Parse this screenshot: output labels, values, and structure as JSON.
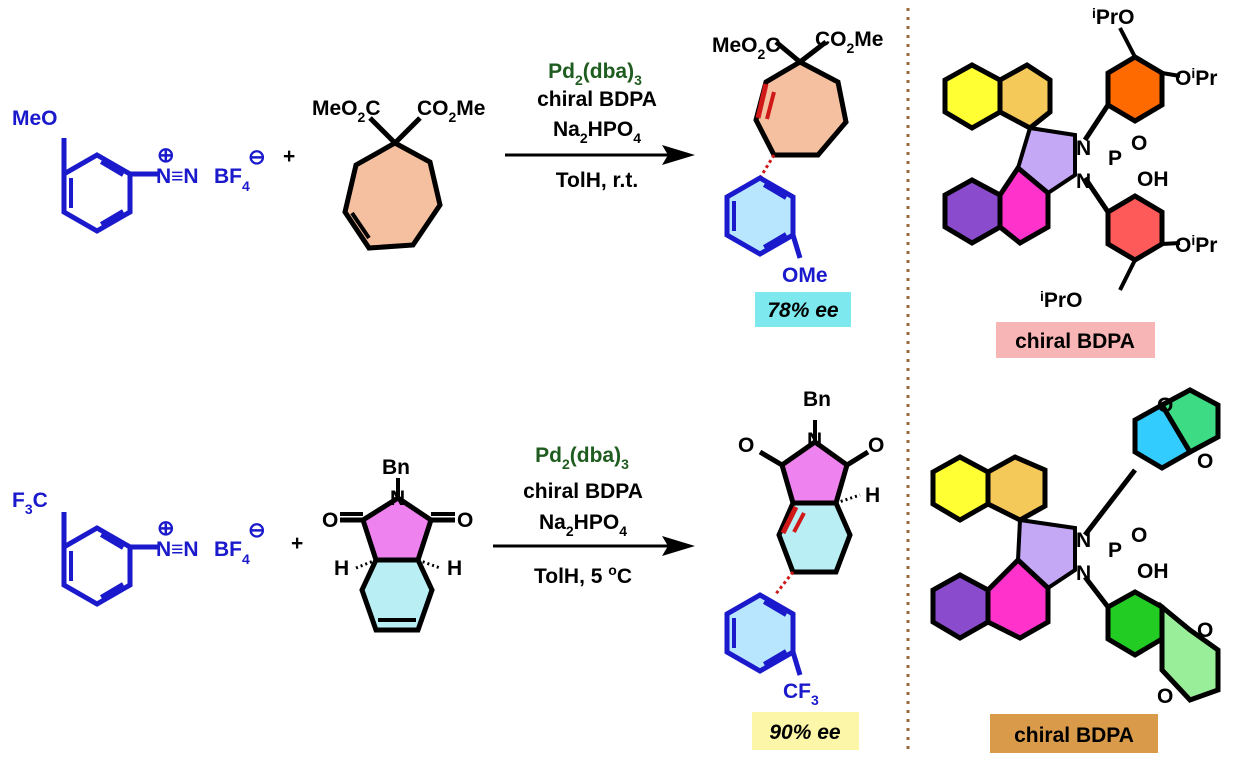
{
  "scheme1": {
    "diazonium_substituent": "MeO",
    "diazonium_charge": "⊕",
    "diazonium_group": "N≡N",
    "counterion": "BF",
    "counterion_sub": "4",
    "counterion_charge": "⊖",
    "plus": "+",
    "alkene_ester_left": "MeO",
    "alkene_ester_left_sub": "2",
    "alkene_ester_left_end": "C",
    "alkene_ester_right": "CO",
    "alkene_ester_right_sub": "2",
    "alkene_ester_right_end": "Me",
    "catalyst_main": "Pd",
    "catalyst_sub1": "2",
    "catalyst_mid": "(dba)",
    "catalyst_sub2": "3",
    "ligand": "chiral BDPA",
    "base_main": "Na",
    "base_sub1": "2",
    "base_mid": "HPO",
    "base_sub2": "4",
    "conditions": "TolH, r.t.",
    "product_substituent": "OMe",
    "ee": "78% ee",
    "ligand_label": "chiral BDPA",
    "ligand_substituent_prefix": "i",
    "ligand_substituent": "PrO",
    "ligand_substituent2_pre": "O",
    "ligand_substituent2_sup": "i",
    "ligand_substituent2_end": "Pr",
    "ligand_atoms": {
      "n": "N",
      "p": "P",
      "o": "O",
      "oh": "OH"
    }
  },
  "scheme2": {
    "diazonium_substituent": "F",
    "diazonium_substituent_sub": "3",
    "diazonium_substituent_end": "C",
    "diazonium_charge": "⊕",
    "diazonium_group": "N≡N",
    "counterion": "BF",
    "counterion_sub": "4",
    "counterion_charge": "⊖",
    "plus": "+",
    "imide_n_sub": "Bn",
    "imide_n": "N",
    "imide_o": "O",
    "imide_h": "H",
    "catalyst_main": "Pd",
    "catalyst_sub1": "2",
    "catalyst_mid": "(dba)",
    "catalyst_sub2": "3",
    "ligand": "chiral BDPA",
    "base_main": "Na",
    "base_sub1": "2",
    "base_mid": "HPO",
    "base_sub2": "4",
    "conditions": "TolH, 5 ",
    "conditions_sup": "o",
    "conditions_end": "C",
    "product_substituent": "CF",
    "product_substituent_sub": "3",
    "ee": "90% ee",
    "ligand_label": "chiral BDPA",
    "ligand_atoms": {
      "n": "N",
      "p": "P",
      "o": "O",
      "oh": "OH"
    }
  },
  "colors": {
    "blue": "#1a1acc",
    "green": "#1f5c1f",
    "salmon": "#f0a07a",
    "pink": "#ee82ee",
    "lightblue": "#b8eef4",
    "cyan_box": "#7de8ee",
    "yellow_box": "#fbf6a8",
    "pink_box": "#f7b5b5",
    "orange_box": "#d99a4a",
    "divider": "#9a6a3a"
  }
}
